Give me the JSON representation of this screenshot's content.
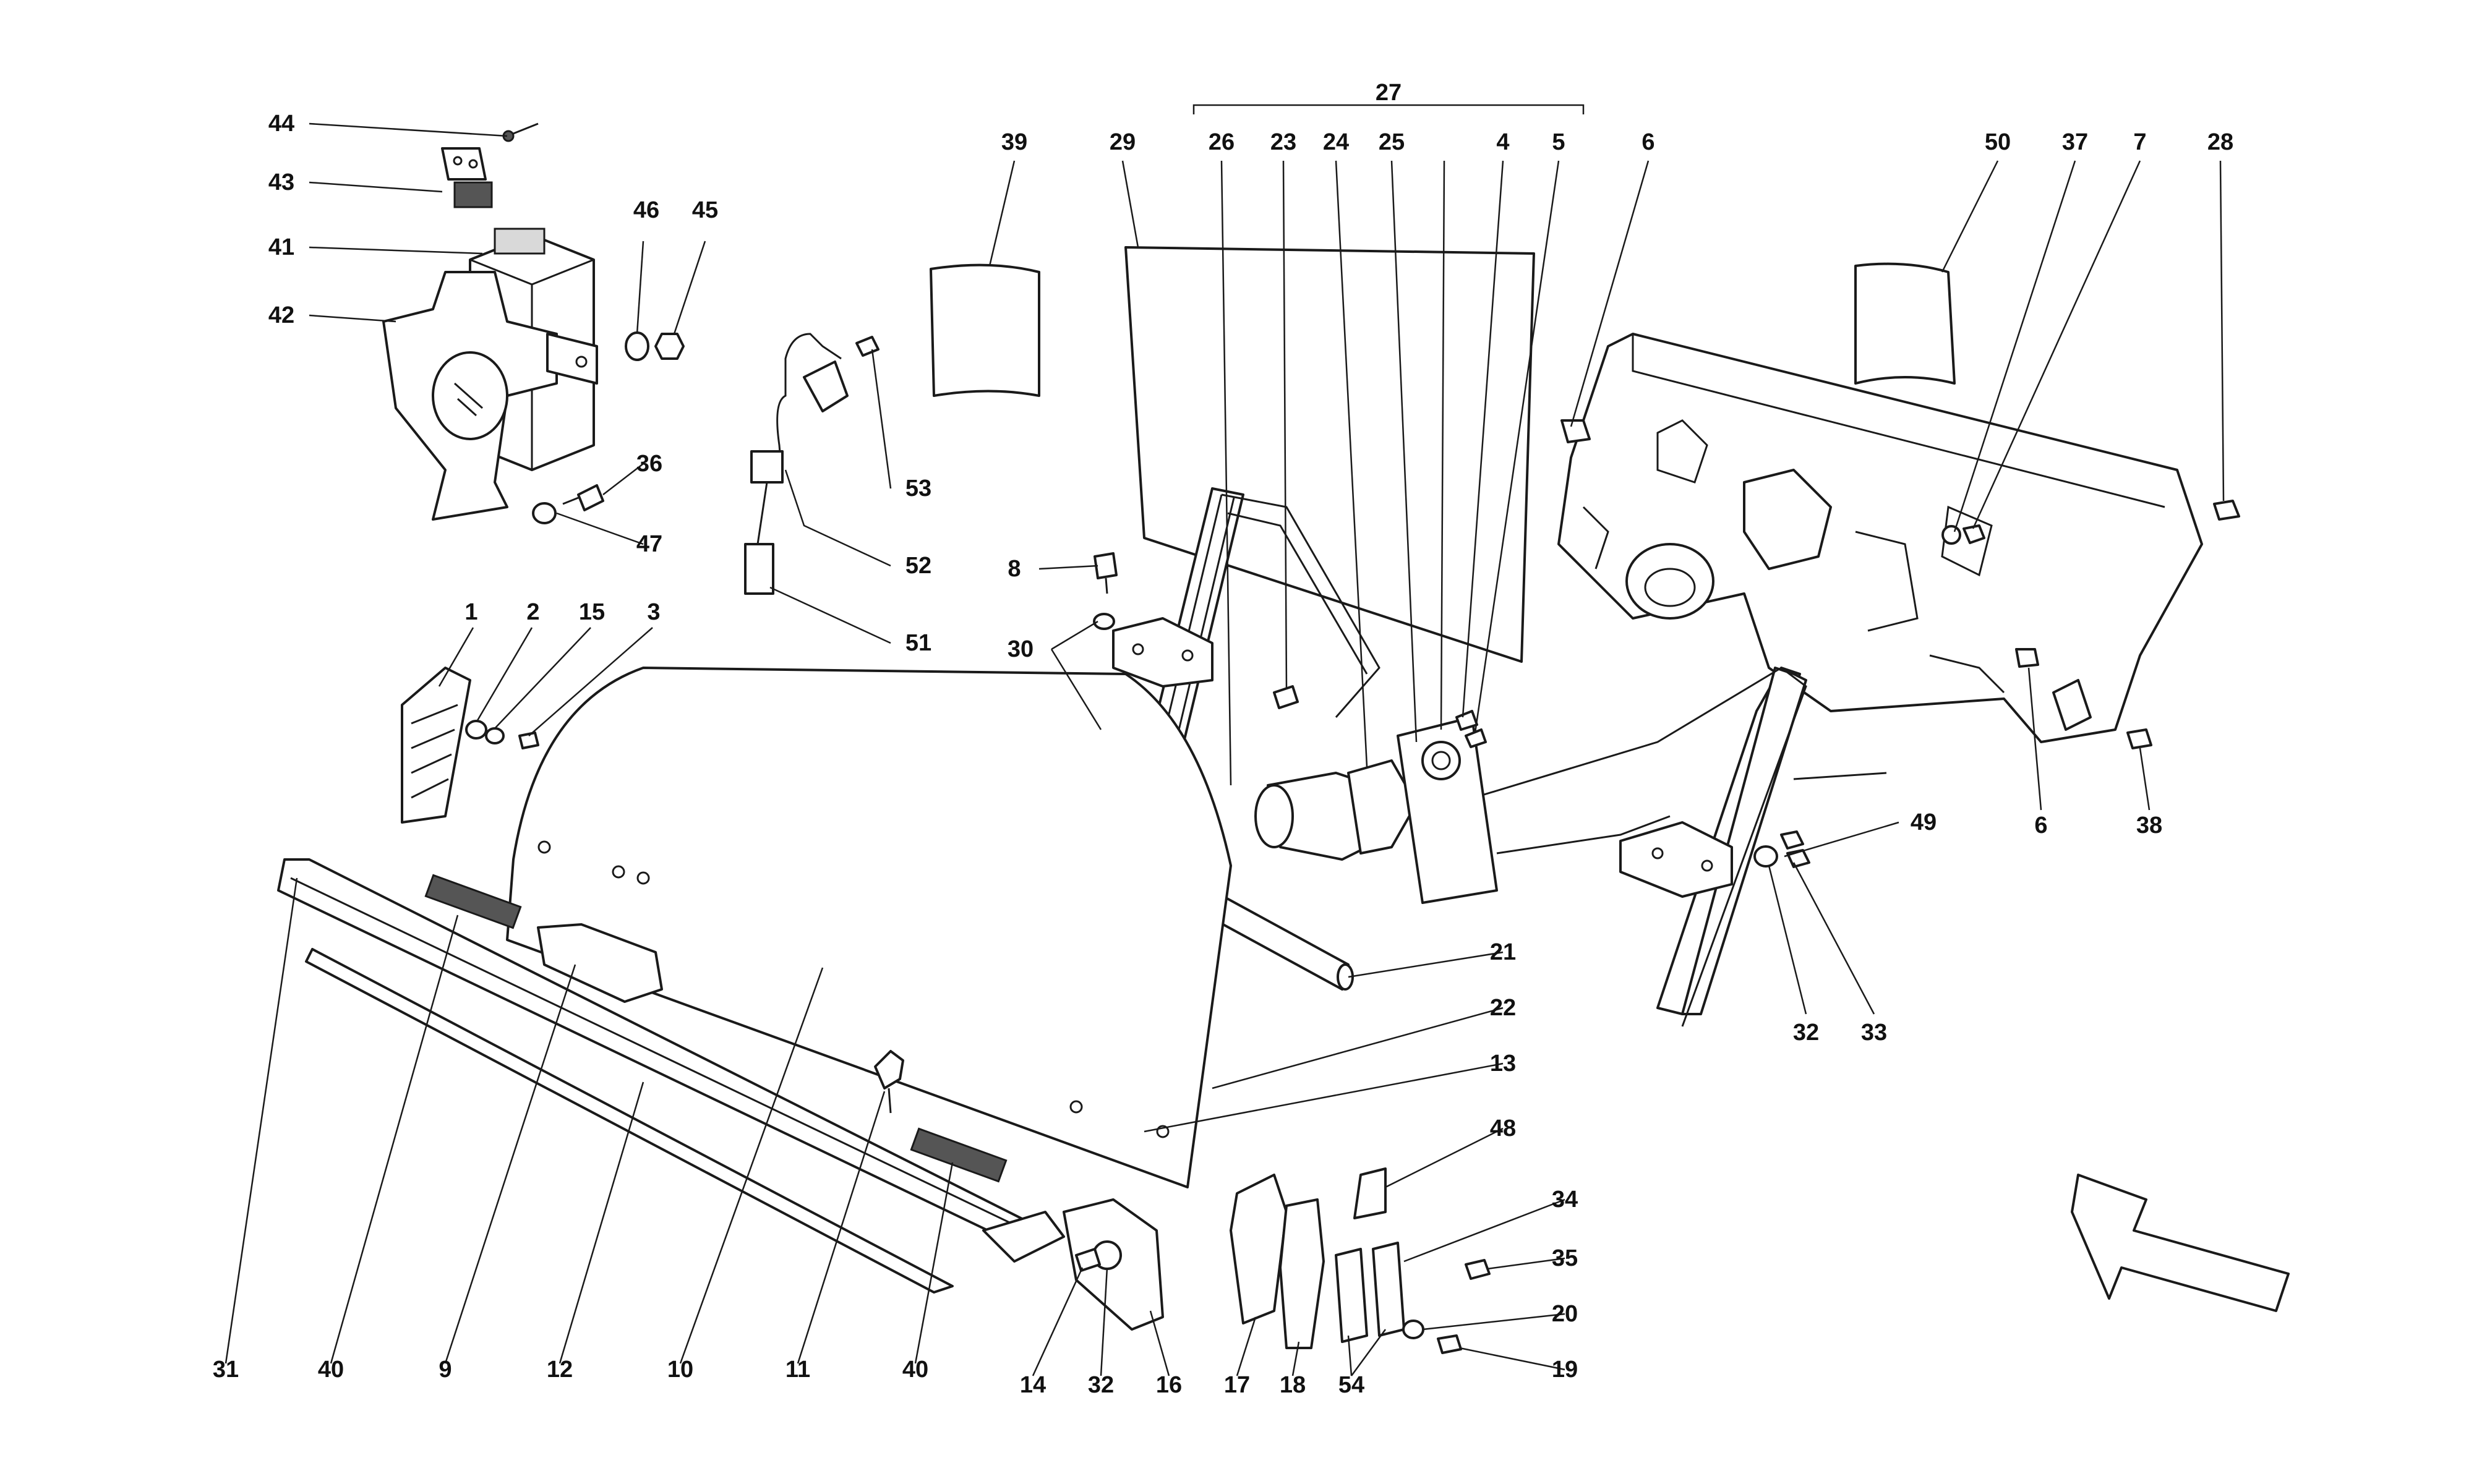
{
  "diagram": {
    "callouts": {
      "c1": "1",
      "c2": "2",
      "c3": "3",
      "c4": "4",
      "c5": "5",
      "c6a": "6",
      "c6b": "6",
      "c7": "7",
      "c8": "8",
      "c9": "9",
      "c10": "10",
      "c11": "11",
      "c12": "12",
      "c13": "13",
      "c14": "14",
      "c15": "15",
      "c16": "16",
      "c17": "17",
      "c18": "18",
      "c19": "19",
      "c20": "20",
      "c21": "21",
      "c22": "22",
      "c23": "23",
      "c24": "24",
      "c25": "25",
      "c26": "26",
      "c27": "27",
      "c28": "28",
      "c29": "29",
      "c30": "30",
      "c31": "31",
      "c32a": "32",
      "c32b": "32",
      "c33": "33",
      "c34": "34",
      "c35": "35",
      "c36": "36",
      "c37": "37",
      "c38": "38",
      "c39": "39",
      "c40a": "40",
      "c40b": "40",
      "c41": "41",
      "c42": "42",
      "c43": "43",
      "c44": "44",
      "c45": "45",
      "c46": "46",
      "c47": "47",
      "c48": "48",
      "c49": "49",
      "c50": "50",
      "c51": "51",
      "c52": "52",
      "c53": "53",
      "c54": "54"
    },
    "icons": {
      "direction_arrow": "arrow-icon"
    }
  }
}
